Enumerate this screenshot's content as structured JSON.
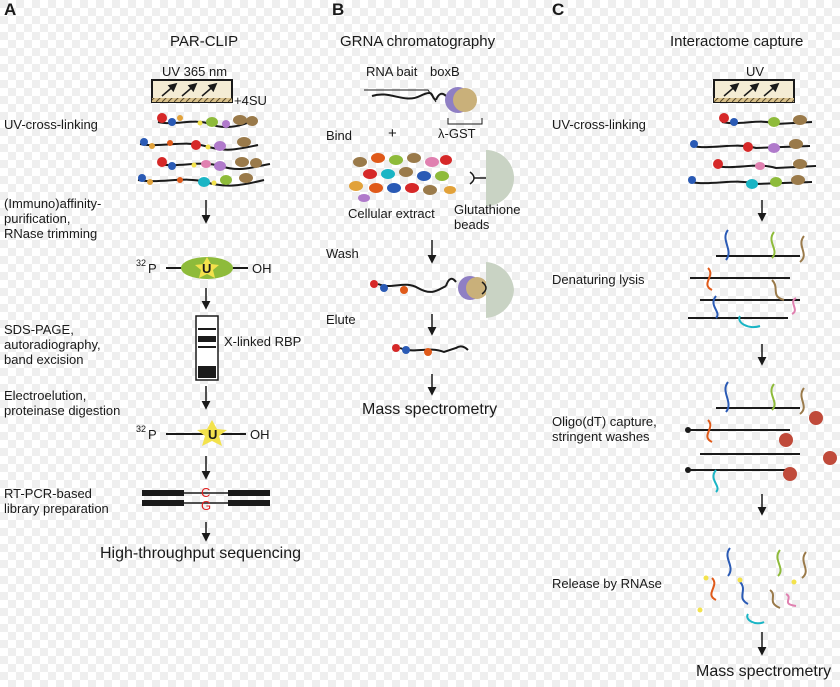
{
  "panels": {
    "a": {
      "letter": "A",
      "title": "PAR-CLIP",
      "uv_label": "UV 365 nm",
      "su_label": "+4SU",
      "steps": {
        "crosslink": "UV-cross-linking",
        "purify": "(Immuno)affinity-\npurification,\nRNase trimming",
        "sds": "SDS-PAGE,\nautoradiography,\nband excision",
        "elution": "Electroelution,\nproteinase digestion",
        "rtpcr": "RT-PCR-based\nlibrary preparation"
      },
      "p32_label": "32",
      "p_label": "P",
      "oh_label": "OH",
      "u_label": "U",
      "xlinked_label": "X-linked RBP",
      "c_label": "C",
      "g_label": "G",
      "final": "High-throughput sequencing"
    },
    "b": {
      "letter": "B",
      "title": "GRNA chromatography",
      "bait_label": "RNA bait",
      "boxb_label": "boxB",
      "gst_label": "λ-GST",
      "bind_label": "Bind",
      "plus_label": "+",
      "extract_label": "Cellular extract",
      "beads_label": "Glutathione\nbeads",
      "wash_label": "Wash",
      "elute_label": "Elute",
      "final": "Mass spectrometry"
    },
    "c": {
      "letter": "C",
      "title": "Interactome  capture",
      "uv_label": "UV",
      "steps": {
        "crosslink": "UV-cross-linking",
        "lysis": "Denaturing lysis",
        "capture": "Oligo(dT) capture,\nstringent washes",
        "release": "Release by RNAse"
      },
      "final": "Mass spectrometry"
    }
  },
  "colors": {
    "checker_light": "#ffffff",
    "checker_dark": "#ececec",
    "arrow": "#1a1a1a",
    "rna_line": "#1a1a1a",
    "uracil": "#f3e24c",
    "green_protein": "#8ebb3a",
    "bait_purple": "#8f7fc4",
    "bait_tan": "#c9b07a",
    "beads": "#c9d3c4",
    "red_base": "#e02020",
    "oligo_ball": "#c04a3a"
  }
}
